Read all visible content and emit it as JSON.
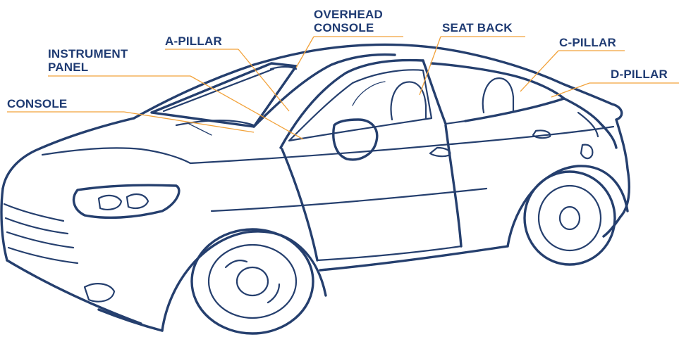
{
  "labels": {
    "overhead_line1": "OVERHEAD",
    "overhead_line2": "CONSOLE",
    "a_pillar": "A-PILLAR",
    "seat_back": "SEAT BACK",
    "c_pillar": "C-PILLAR",
    "instrument_line1": "INSTRUMENT",
    "instrument_line2": "PANEL",
    "d_pillar": "D-PILLAR",
    "console": "CONSOLE"
  },
  "colors": {
    "label_text": "#1f3b73",
    "car_outline": "#253f6e",
    "leader_line": "#f2a23a",
    "background": "#ffffff"
  }
}
